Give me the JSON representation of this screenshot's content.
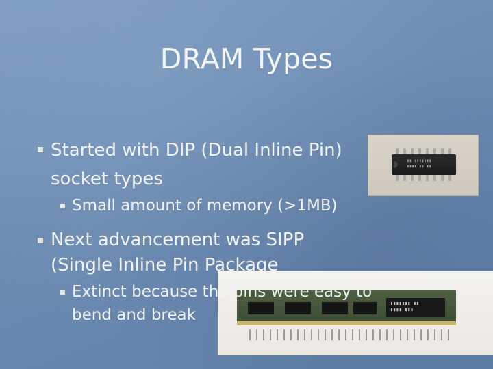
{
  "slide": {
    "title": "DRAM Types",
    "bullets": [
      {
        "line1": "Started with DIP (Dual Inline Pin)",
        "line2": "socket types",
        "sub": {
          "text": "Small amount of memory (>1MB)"
        }
      },
      {
        "line1": "Next advancement was SIPP",
        "line2": "(Single Inline Pin Package",
        "sub": {
          "line1": "Extinct because the pins were easy to",
          "line2": "bend and break"
        }
      }
    ]
  },
  "images": {
    "dip_chip": {
      "name": "DIP memory chip photo"
    },
    "sipp_module": {
      "name": "SIPP memory module photo"
    }
  },
  "colors": {
    "background": "#6f8db3",
    "text": "#f2f2f2",
    "bullet": "#e6e6e6"
  }
}
